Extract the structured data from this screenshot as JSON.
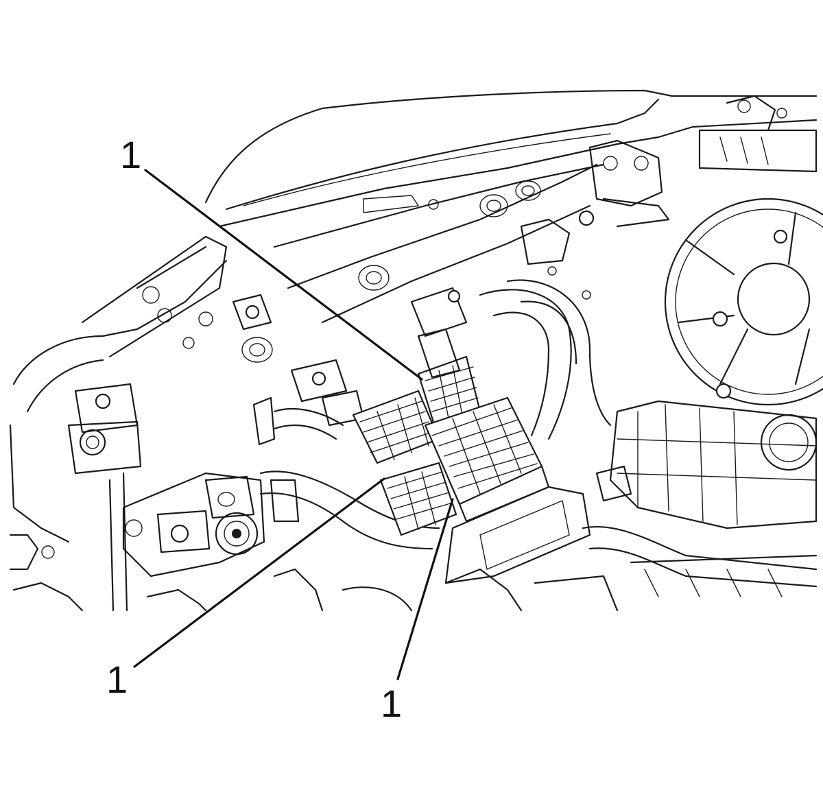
{
  "callouts": [
    {
      "label": "1"
    },
    {
      "label": "1"
    },
    {
      "label": "1"
    }
  ],
  "colors": {
    "line": "#1a1a1a",
    "background": "#ffffff"
  }
}
